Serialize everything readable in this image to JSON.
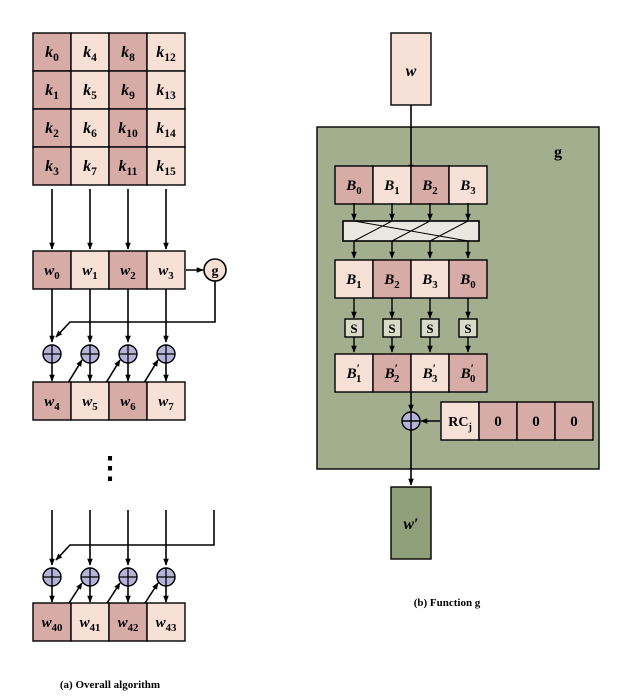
{
  "colors": {
    "dark": "#d7aca6",
    "light": "#f7e0d5",
    "panel": "#a3ae8e",
    "wprime": "#8fa07b",
    "line": "#000000"
  },
  "key_grid": {
    "cells": [
      [
        "k0",
        "k4",
        "k8",
        "k12"
      ],
      [
        "k1",
        "k5",
        "k9",
        "k13"
      ],
      [
        "k2",
        "k6",
        "k10",
        "k14"
      ],
      [
        "k3",
        "k7",
        "k11",
        "k15"
      ]
    ],
    "subs": [
      [
        "0",
        "4",
        "8",
        "12"
      ],
      [
        "1",
        "5",
        "9",
        "13"
      ],
      [
        "2",
        "6",
        "10",
        "14"
      ],
      [
        "3",
        "7",
        "11",
        "15"
      ]
    ]
  },
  "w_rows": [
    {
      "base": "w",
      "subs": [
        "0",
        "1",
        "2",
        "3"
      ]
    },
    {
      "base": "w",
      "subs": [
        "4",
        "5",
        "6",
        "7"
      ]
    },
    {
      "base": "w",
      "subs": [
        "40",
        "41",
        "42",
        "43"
      ]
    }
  ],
  "g_node_label": "g",
  "ellipsis": "⋮",
  "caption_a": "(a) Overall algorithm",
  "function_g": {
    "input_label": "w",
    "panel_label": "g",
    "row1": {
      "base": "B",
      "subs": [
        "0",
        "1",
        "2",
        "3"
      ]
    },
    "row2": {
      "base": "B",
      "subs": [
        "1",
        "2",
        "3",
        "0"
      ]
    },
    "sbox_label": "S",
    "row3": {
      "base": "B",
      "subs": [
        "1",
        "2",
        "3",
        "0"
      ],
      "prime": "′"
    },
    "rcon": {
      "base": "RC",
      "sub": "j",
      "zeros": [
        "0",
        "0",
        "0"
      ]
    },
    "output_label": "w",
    "output_prime": "′",
    "caption_b": "(b) Function g"
  }
}
